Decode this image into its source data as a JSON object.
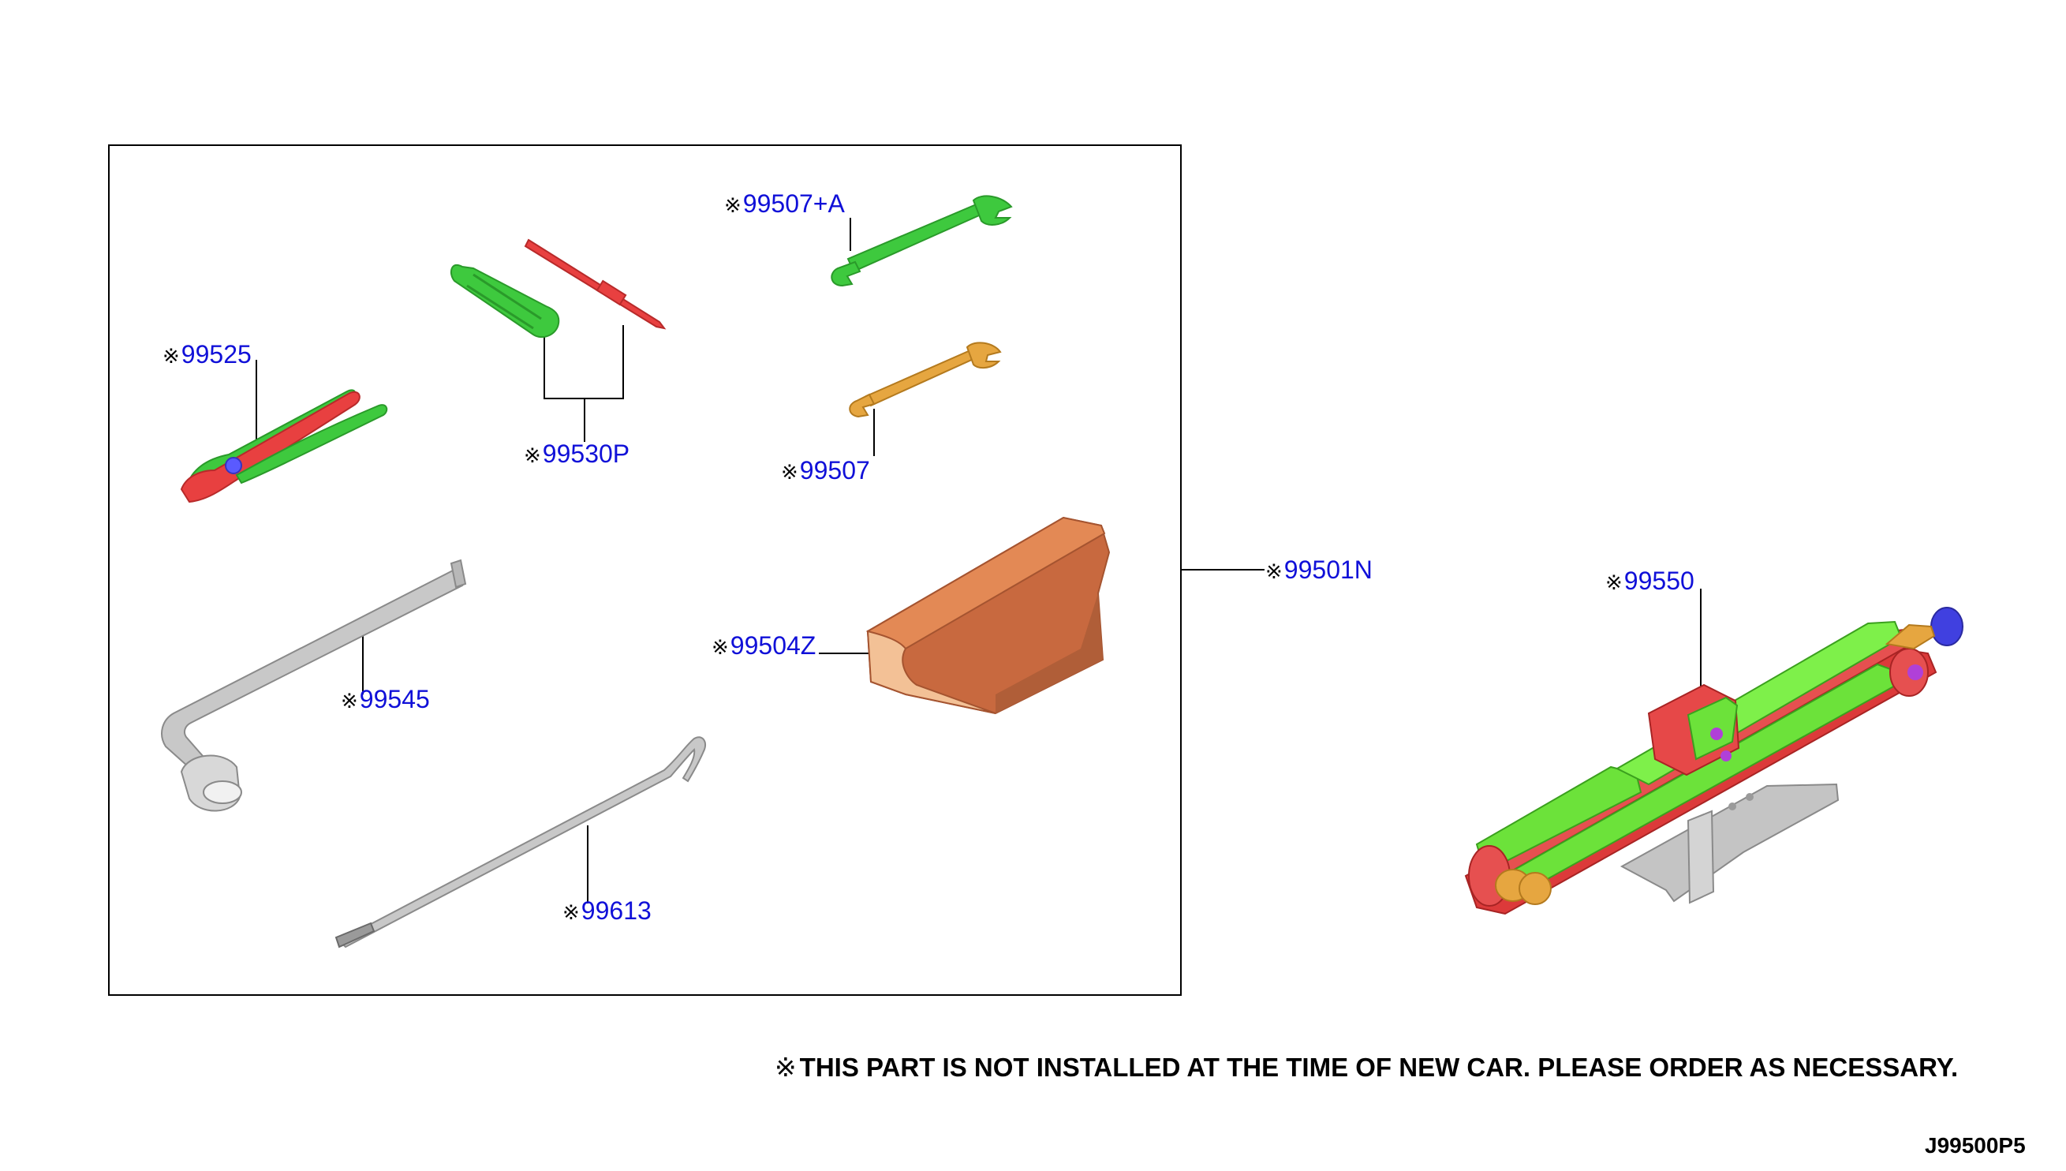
{
  "marker_symbol": "※",
  "parts": [
    {
      "id": "wrench-a",
      "number": "99507+A",
      "name": "double-open-end wrench (large)",
      "color": "#3ec93e"
    },
    {
      "id": "screwdriver",
      "number": "99530P",
      "name": "screwdriver with handle and blade",
      "color": "#3ec93e"
    },
    {
      "id": "pliers",
      "number": "99525",
      "name": "pliers",
      "color": "#e84040"
    },
    {
      "id": "wrench",
      "number": "99507",
      "name": "double-open-end wrench (small)",
      "color": "#e6a640"
    },
    {
      "id": "tool-set",
      "number": "99501N",
      "name": "tool set (box contents)"
    },
    {
      "id": "chock",
      "number": "99504Z",
      "name": "wheel chock",
      "color": "#d9804f"
    },
    {
      "id": "jack",
      "number": "99550",
      "name": "scissor jack",
      "color": "#6ce23a"
    },
    {
      "id": "lug-wrench",
      "number": "99545",
      "name": "wheel nut wrench",
      "color": "#c8c8c8"
    },
    {
      "id": "jack-handle",
      "number": "99613",
      "name": "jack handle rod",
      "color": "#c8c8c8"
    }
  ],
  "note": "THIS PART IS NOT INSTALLED AT THE TIME OF NEW CAR. PLEASE ORDER AS NECESSARY.",
  "diagram_id": "J99500P5",
  "colors": {
    "label": "#1010d8",
    "leader": "#000000",
    "green": "#3ec93e",
    "red": "#e84040",
    "orange": "#e6a640",
    "copper": "#d9804f",
    "steel": "#c8c8c8"
  }
}
